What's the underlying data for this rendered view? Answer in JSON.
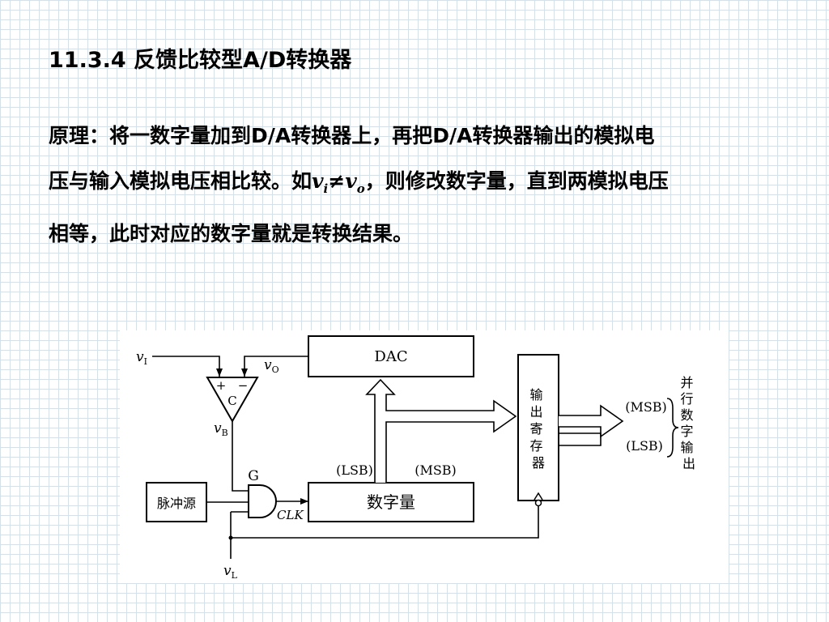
{
  "title": "11.3.4 反馈比较型A/D转换器",
  "principle": {
    "line1": "原理：将一数字量加到D/A转换器上，再把D/A转换器输出的模拟电",
    "line2_pre": "压与输入模拟电压相比较。如",
    "var_v": "v",
    "sub_i": "i",
    "neq": "≠",
    "sub_o": "o",
    "line2_post": "，则修改数字量，直到两模拟电压",
    "line3": "相等，此时对应的数字量就是转换结果。"
  },
  "diagram": {
    "dac_label": "DAC",
    "counter_label": "数字量",
    "pulse_label": "脉冲源",
    "gate_label": "G",
    "clk_label": "CLK",
    "comparator_label": "C",
    "comp_plus": "+",
    "comp_minus": "−",
    "v": "v",
    "sub_I": "I",
    "sub_O": "O",
    "sub_B": "B",
    "sub_L": "L",
    "lsb_label": "(LSB)",
    "msb_label": "(MSB)",
    "register_chars": [
      "输",
      "出",
      "寄",
      "存",
      "器"
    ],
    "out_msb": "(MSB)",
    "out_lsb": "(LSB)",
    "parallel_output_chars": [
      "并",
      "行",
      "数",
      "字",
      "输",
      "出"
    ]
  }
}
